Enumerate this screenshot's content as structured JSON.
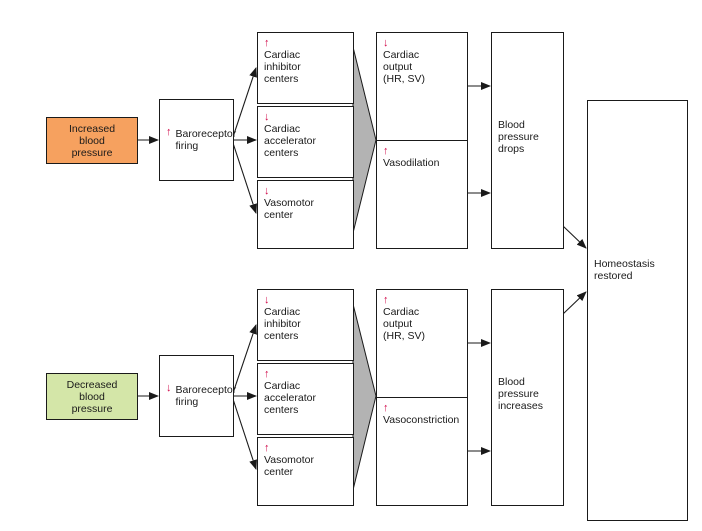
{
  "top": {
    "stimulus": "Increased\nblood\npressure",
    "baroreceptor": {
      "arrow": "↑",
      "label": "Baroreceptor\nfiring"
    },
    "centers": [
      {
        "arrow": "↑",
        "label": "Cardiac\ninhibitor\ncenters"
      },
      {
        "arrow": "↓",
        "label": "Cardiac\naccelerator\ncenters"
      },
      {
        "arrow": "↓",
        "label": "Vasomotor\ncenter"
      }
    ],
    "effects": [
      {
        "arrow": "↓",
        "label": "Cardiac\noutput\n(HR, SV)"
      },
      {
        "arrow": "↑",
        "label": "Vasodilation"
      }
    ],
    "result": "Blood\npressure\ndrops"
  },
  "bottom": {
    "stimulus": "Decreased\nblood\npressure",
    "baroreceptor": {
      "arrow": "↓",
      "label": "Baroreceptor\nfiring"
    },
    "centers": [
      {
        "arrow": "↓",
        "label": "Cardiac\ninhibitor\ncenters"
      },
      {
        "arrow": "↑",
        "label": "Cardiac\naccelerator\ncenters"
      },
      {
        "arrow": "↑",
        "label": "Vasomotor\ncenter"
      }
    ],
    "effects": [
      {
        "arrow": "↑",
        "label": "Cardiac\noutput\n(HR, SV)"
      },
      {
        "arrow": "↑",
        "label": "Vasoconstriction"
      }
    ],
    "result": "Blood\npressure\nincreases"
  },
  "outcome": "Homeostasis\nrestored",
  "colors": {
    "increased_fill": "#f6a15f",
    "decreased_fill": "#d4e6a8",
    "indicator_arrow": "#d10a4a",
    "funnel_fill": "#b3b3b3"
  }
}
